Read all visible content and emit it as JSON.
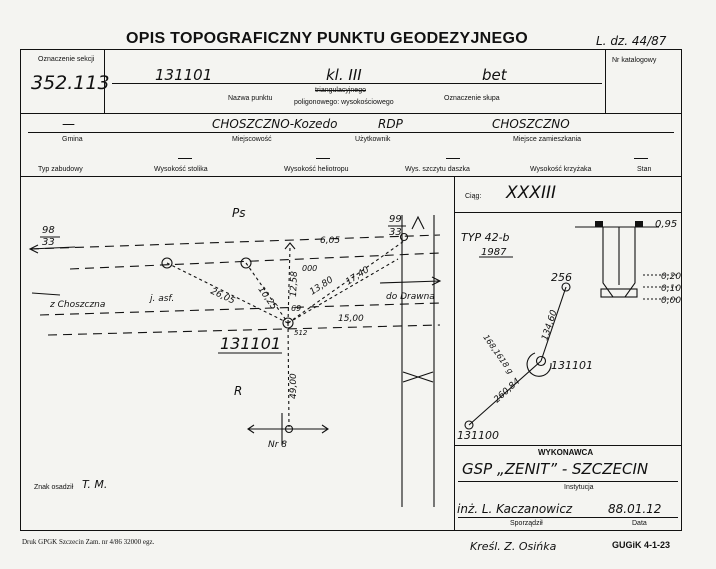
{
  "header": {
    "title": "OPIS TOPOGRAFICZNY PUNKTU GEODEZYJNEGO",
    "ref": "L. dz. 44/87"
  },
  "row1": {
    "section_label": "Oznaczenie sekcji",
    "section_value": "352.113",
    "point_name": "131101",
    "point_class": "kl. III",
    "post_marking": "bet",
    "catalog_label": "Nr katalogowy",
    "name_label": "Nazwa punktu",
    "net_top": "triangulacyjnego",
    "net_bottom": "poligonowego: wysokościowego",
    "post_label": "Oznaczenie słupa"
  },
  "row2": {
    "gmina_value": "—",
    "locality_value": "CHOSZCZNO-Kozedo",
    "user_value": "RDP",
    "storage_value": "CHOSZCZNO",
    "gmina_label": "Gmina",
    "locality_label": "Miejscowość",
    "user_label": "Użytkownik",
    "storage_label": "Miejsce zamieszkania"
  },
  "row3": {
    "labels": [
      "Typ zabudowy",
      "Wysokość stolika",
      "Wysokość heliotropu",
      "Wys. szczytu daszka",
      "Wysokość krzyżaka",
      "Stan"
    ]
  },
  "sketch": {
    "ps": "Ps",
    "r": "R",
    "point_label": "131101",
    "left_ref_top": "98",
    "left_ref_bottom": "33",
    "right_ref_top": "99",
    "right_ref_bottom": "33",
    "from_label": "z Choszczna",
    "to_label": "do Drawna",
    "jasf": "j. asf.",
    "nr8": "Nr 8",
    "dims": [
      "6,05",
      "26,05",
      "10,25",
      "12,58",
      "13,80",
      "17,40",
      "15,00",
      "49,00",
      "000",
      "69",
      "512"
    ]
  },
  "right": {
    "ciag_label": "Ciąg:",
    "ciag_value": "XXXIII",
    "type": "TYP 42-b",
    "year": "1987",
    "depth_top": "0,95",
    "depths": [
      "0,20",
      "0,10",
      "0,00"
    ],
    "p_top": "256",
    "p_mid": "131101",
    "p_bottom": "131100",
    "d1": "134,60",
    "d2": "260,84",
    "angle": "168,1618 g"
  },
  "executor": {
    "title": "WYKONAWCA",
    "institution": "GSP „ZENIT” - SZCZECIN",
    "institution_label": "Instytucja",
    "author": "inż. L. Kaczanowicz",
    "date": "88.01.12",
    "author_label": "Sporządził",
    "date_label": "Data"
  },
  "footer": {
    "marked_label": "Znak osadził",
    "marked_value": "T. M.",
    "print": "Druk GPGK Szczecin Zam. nr 4/86   32000 egz.",
    "drawn": "Kreśl. Z. Osińka",
    "code": "GUGiK 4-1-23"
  }
}
